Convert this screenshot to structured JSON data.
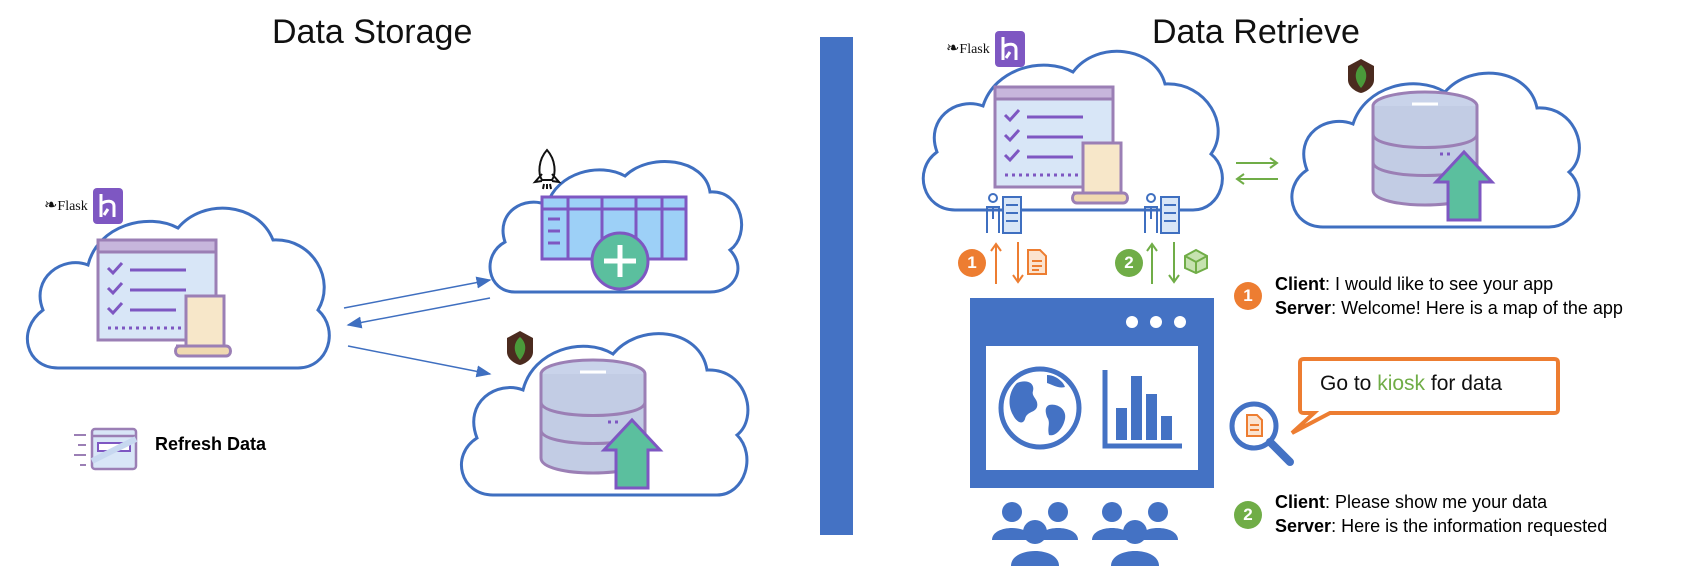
{
  "storage": {
    "title": "Data Storage",
    "flask_label": "Flask",
    "refresh_label": "Refresh Data"
  },
  "retrieve": {
    "title": "Data Retrieve",
    "flask_label": "Flask",
    "step1": {
      "number": "1",
      "client_label": "Client",
      "client_text": ": I would like to see your app",
      "server_label": "Server",
      "server_text": ": Welcome! Here is a map of the app"
    },
    "step2": {
      "number": "2",
      "client_label": "Client",
      "client_text": ": Please show me your data",
      "server_label": "Server",
      "server_text": ": Here is the information requested"
    },
    "bubble": {
      "prefix": "Go to ",
      "highlight": "kiosk",
      "suffix": " for data"
    }
  },
  "colors": {
    "cloud_stroke": "#3f6fc0",
    "divider": "#4472c4",
    "step1": "#ed7d31",
    "step2": "#70ad47",
    "purple": "#7e57c2",
    "mongo_green": "#4a9a3a"
  },
  "icons": [
    "flask-icon",
    "heroku-icon",
    "app-window-icon",
    "rocket-icon",
    "table-add-icon",
    "mongodb-leaf-icon",
    "database-upload-icon",
    "server-icon",
    "document-icon",
    "package-icon",
    "web-app-window-icon",
    "globe-icon",
    "bar-chart-icon",
    "users-icon",
    "magnify-document-icon",
    "refresh-data-icon"
  ]
}
